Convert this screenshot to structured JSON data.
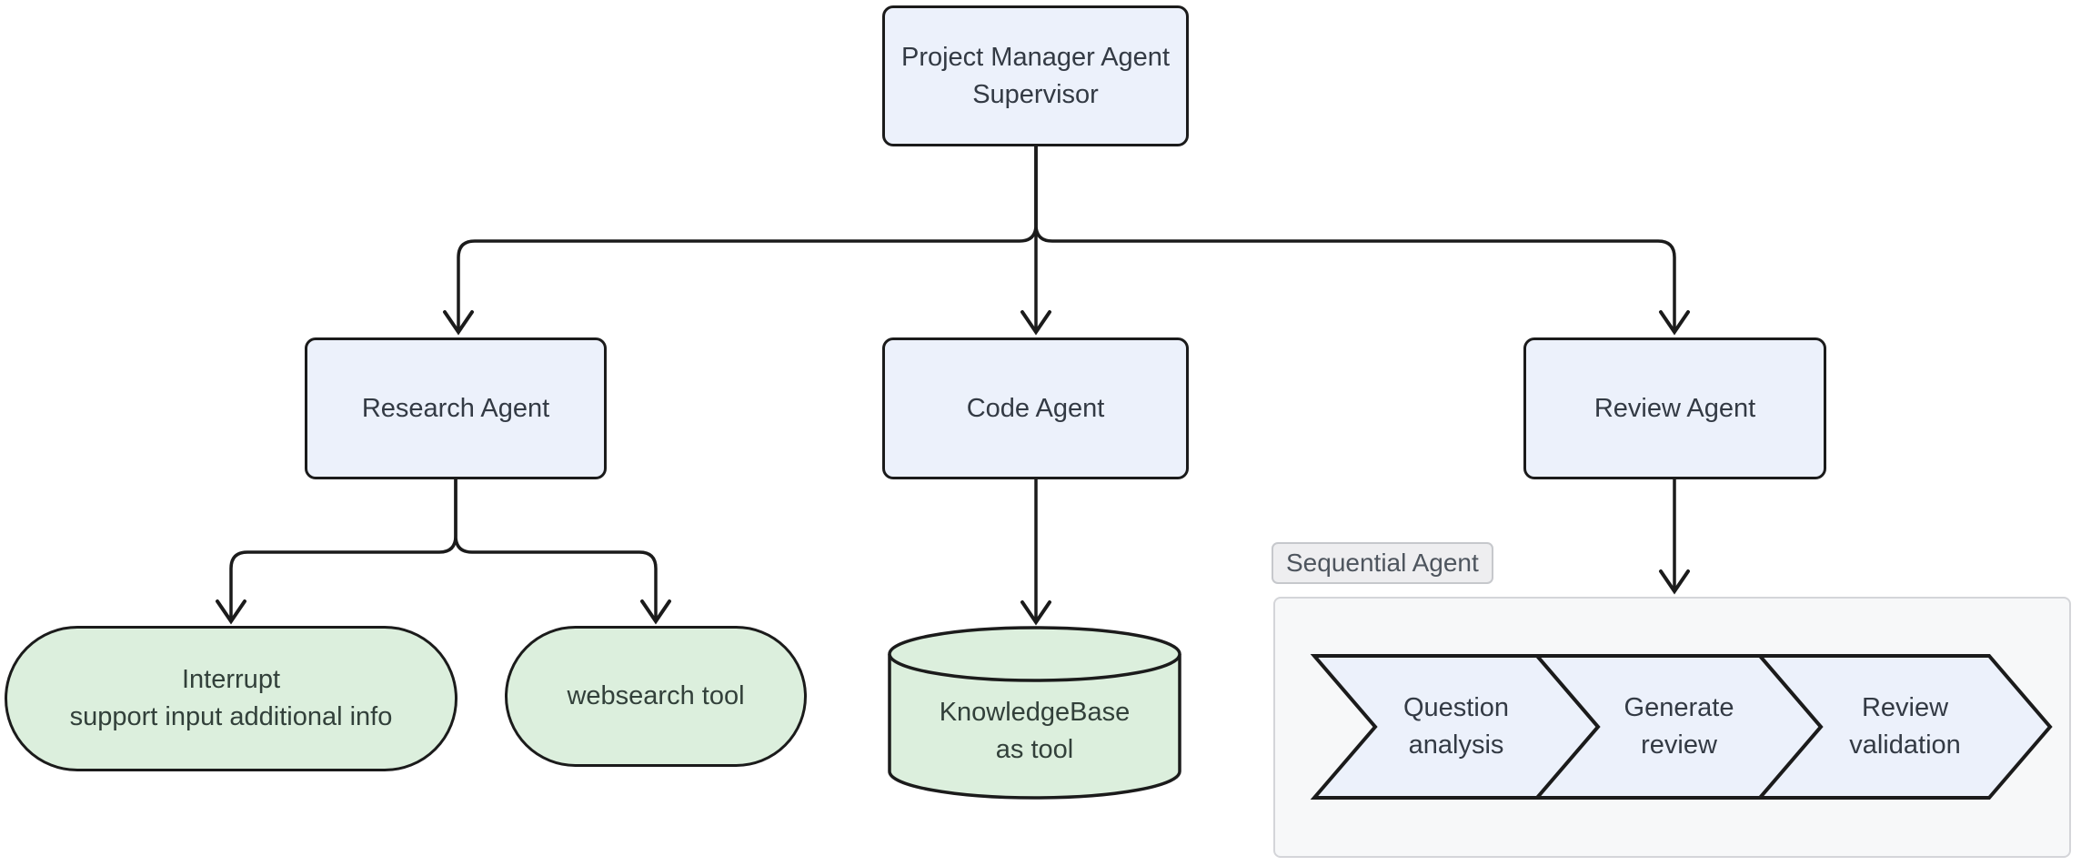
{
  "diagram": {
    "type": "flowchart-top-down",
    "nodes": {
      "supervisor": {
        "shape": "rounded-rect",
        "role": "agent",
        "lines": [
          "Project Manager Agent",
          "Supervisor"
        ]
      },
      "research": {
        "shape": "rounded-rect",
        "role": "agent",
        "lines": [
          "Research Agent"
        ]
      },
      "code": {
        "shape": "rounded-rect",
        "role": "agent",
        "lines": [
          "Code Agent"
        ]
      },
      "review": {
        "shape": "rounded-rect",
        "role": "agent",
        "lines": [
          "Review Agent"
        ]
      },
      "interrupt": {
        "shape": "stadium",
        "role": "tool",
        "lines": [
          "Interrupt",
          "support input additional info"
        ]
      },
      "websearch": {
        "shape": "stadium",
        "role": "tool",
        "lines": [
          "websearch tool"
        ]
      },
      "knowledgebase": {
        "shape": "cylinder",
        "role": "tool",
        "lines": [
          "KnowledgeBase",
          "as tool"
        ]
      }
    },
    "subgraph": {
      "label": "Sequential Agent",
      "steps": [
        {
          "shape": "chevron",
          "lines": [
            "Question",
            "analysis"
          ]
        },
        {
          "shape": "chevron",
          "lines": [
            "Generate",
            "review"
          ]
        },
        {
          "shape": "chevron",
          "lines": [
            "Review",
            "validation"
          ]
        }
      ]
    },
    "edges": [
      {
        "from": "Project Manager Agent Supervisor",
        "to": "Research Agent"
      },
      {
        "from": "Project Manager Agent Supervisor",
        "to": "Code Agent"
      },
      {
        "from": "Project Manager Agent Supervisor",
        "to": "Review Agent"
      },
      {
        "from": "Research Agent",
        "to": "Interrupt support input additional info"
      },
      {
        "from": "Research Agent",
        "to": "websearch tool"
      },
      {
        "from": "Code Agent",
        "to": "KnowledgeBase as tool"
      },
      {
        "from": "Review Agent",
        "to": "Sequential Agent"
      }
    ]
  },
  "colors": {
    "agent-fill": "#ecf1fb",
    "agent-text": "#333a44",
    "tool-fill": "#dcefdd",
    "tool-text": "#32403a",
    "stroke": "#1b1b1b",
    "edge": "#1b1b1b",
    "cluster-fill": "#f7f8f9",
    "cluster-stroke": "#d4d5d9",
    "label-fill": "#eeeef0",
    "label-stroke": "#c6c8cc",
    "label-text": "#4e555e"
  }
}
